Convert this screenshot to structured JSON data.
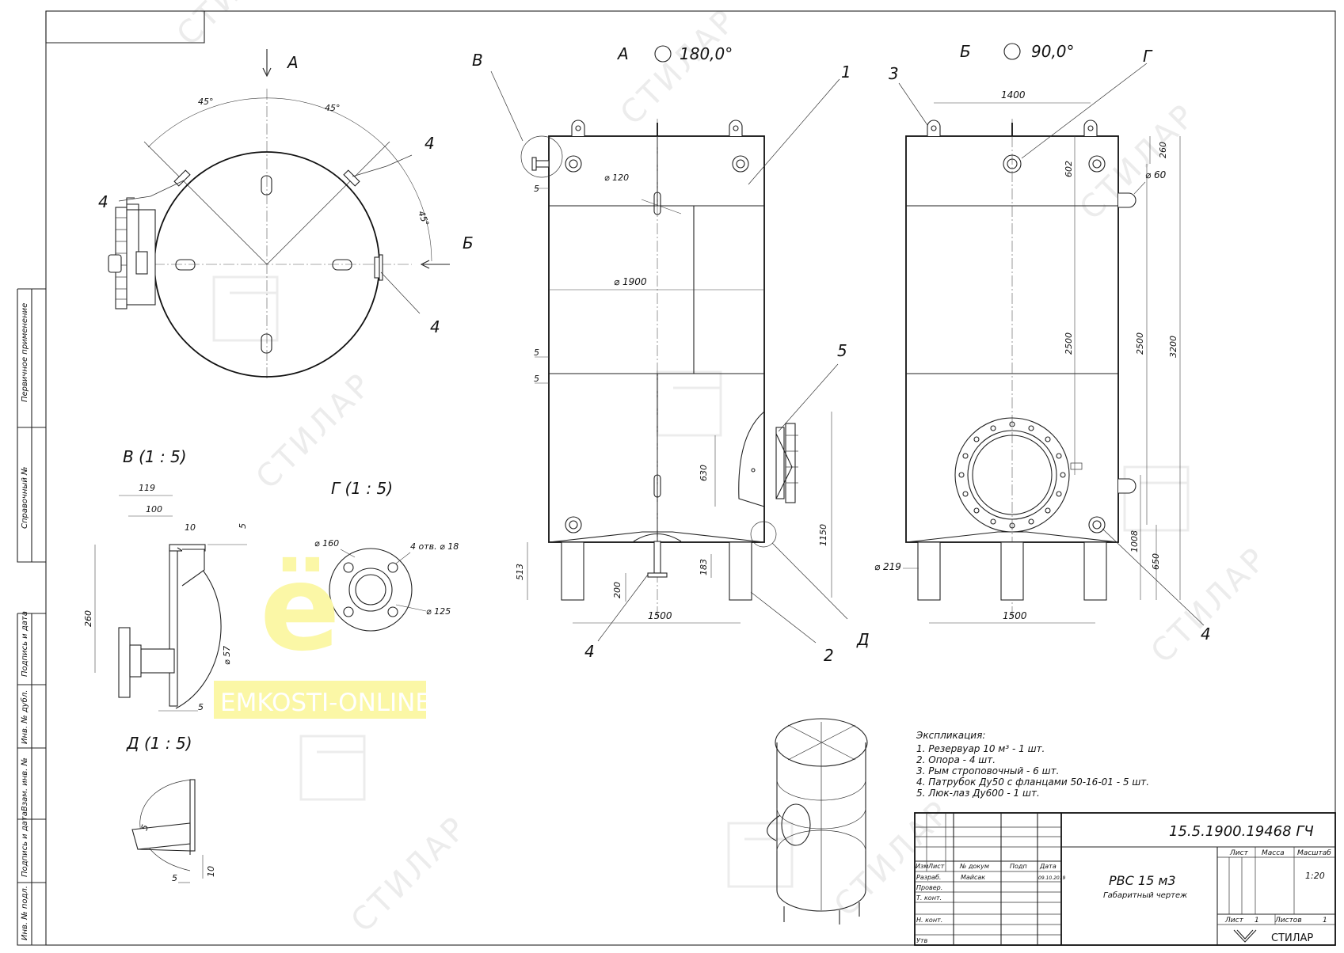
{
  "drawing": {
    "views": {
      "a_arrow": "А",
      "b_arrow": "Б",
      "view_a_title": "А",
      "view_a_angle": "180,0°",
      "view_b_title": "Б",
      "view_b_angle": "90,0°",
      "detail_v": "В   (1 : 5)",
      "detail_g": "Г   (1 : 5)",
      "detail_d": "Д   (1 : 5)",
      "callout_v": "В",
      "callout_g": "Г",
      "callout_d": "Д"
    },
    "plan": {
      "angle_1": "45°",
      "angle_2": "45°",
      "angle_3": "45°",
      "callout_4a": "4",
      "callout_4b": "4",
      "callout_4c": "4"
    },
    "front": {
      "callout_1": "1",
      "callout_2": "2",
      "callout_4": "4",
      "callout_5": "5",
      "d120": "⌀ 120",
      "d1900": "⌀ 1900",
      "dim5a": "5",
      "dim5b": "5",
      "dim5c": "5",
      "dim630": "630",
      "dim1150": "1150",
      "dim513": "513",
      "dim200": "200",
      "dim183": "183",
      "dim1500": "1500"
    },
    "side": {
      "callout_3": "3",
      "callout_4": "4",
      "dim1400": "1400",
      "dim602": "602",
      "dim260": "260",
      "d60": "⌀ 60",
      "dim2500a": "2500",
      "dim2500b": "2500",
      "dim3200": "3200",
      "dim1008": "1008",
      "dim650": "650",
      "d219": "⌀ 219",
      "dim1500": "1500"
    },
    "detail_v_dims": {
      "d119": "119",
      "d100": "100",
      "d10": "10",
      "d5a": "5",
      "d260": "260",
      "d57": "⌀ 57",
      "d5b": "5"
    },
    "detail_g_dims": {
      "d160": "⌀ 160",
      "holes": "4 отв. ⌀ 18",
      "d125": "⌀ 125"
    },
    "detail_d_dims": {
      "d5a": "5",
      "d5b": "5",
      "d10": "10"
    }
  },
  "watermark": {
    "brand": "СТИЛАР",
    "site": "EMKOSTI-ONLINE.RU",
    "logo_letter": "ё"
  },
  "side_strip": {
    "labels": [
      "Первичное применение",
      "Справочный №",
      "Подпись и дата",
      "Инв. № дубл.",
      "Взам. инв. №",
      "Подпись и дата",
      "Инв. № подл."
    ]
  },
  "explication": {
    "title": "Экспликация:",
    "items": [
      "1.     Резервуар 10 м³ - 1 шт.",
      "2.     Опора - 4 шт.",
      "3.     Рым строповочный - 6 шт.",
      "4.     Патрубок Ду50 с фланцами 50-16-01 - 5 шт.",
      "5.     Люк-лаз Ду600 - 1 шт."
    ]
  },
  "title_block": {
    "doc_code": "15.5.1900.19468 ГЧ",
    "product": "РВС 15 м3",
    "doc_type": "Габаритный чертеж",
    "headers": [
      "Изм",
      "Лист",
      "№ докум",
      "Подп",
      "Дата"
    ],
    "roles": [
      "Разраб.",
      "Провер.",
      "Т. конт.",
      "Н. конт.",
      "Утв"
    ],
    "developer": "Майсак",
    "date": "09.10.2019",
    "col_sheet": "Лист",
    "col_mass": "Масса",
    "col_scale": "Масштаб",
    "scale": "1:20",
    "sheet_label": "Лист",
    "sheet_no": "1",
    "sheets_label": "Листов",
    "sheets_no": "1",
    "company": "СТИЛАР"
  }
}
